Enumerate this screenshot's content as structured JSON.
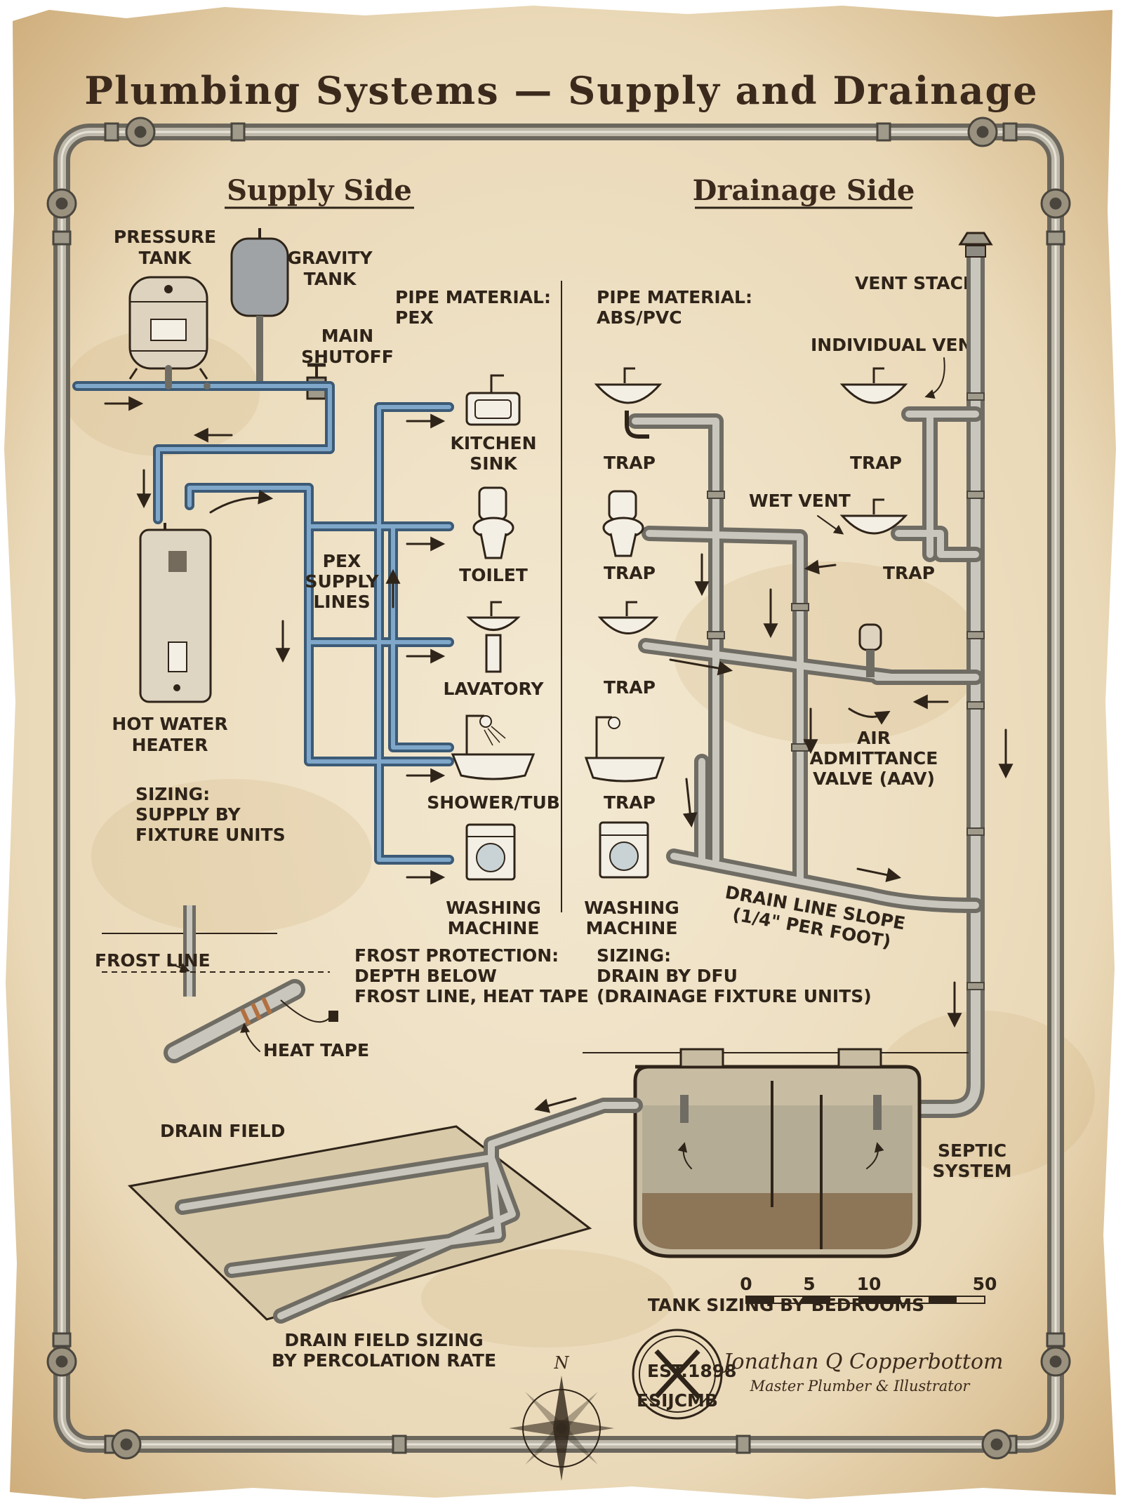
{
  "title": "Plumbing Systems — Supply and Drainage",
  "supply": {
    "heading": "Supply Side",
    "pressure_tank": [
      "PRESSURE",
      "TANK"
    ],
    "gravity_tank": [
      "GRAVITY",
      "TANK"
    ],
    "main_shutoff": [
      "MAIN",
      "SHUTOFF"
    ],
    "pipe_material": [
      "PIPE MATERIAL:",
      "PEX"
    ],
    "supply_lines": [
      "PEX",
      "SUPPLY",
      "LINES"
    ],
    "water_heater": [
      "HOT WATER",
      "HEATER"
    ],
    "sizing": [
      "SIZING:",
      "SUPPLY BY",
      "FIXTURE UNITS"
    ],
    "fixtures": {
      "kitchen_sink": [
        "KITCHEN",
        "SINK"
      ],
      "toilet": "TOILET",
      "lavatory": "LAVATORY",
      "shower_tub": "SHOWER/TUB",
      "washing_machine": [
        "WASHING",
        "MACHINE"
      ]
    },
    "frost_line": "FROST LINE",
    "frost_protection": [
      "FROST PROTECTION:",
      "DEPTH BELOW",
      "FROST LINE, HEAT TAPE"
    ],
    "heat_tape": "HEAT TAPE"
  },
  "drainage": {
    "heading": "Drainage Side",
    "pipe_material": [
      "PIPE MATERIAL:",
      "ABS/PVC"
    ],
    "vent_stack": "VENT STACK",
    "individual_vent": "INDIVIDUAL VENT",
    "wet_vent": "WET VENT",
    "trap": "TRAP",
    "aav": [
      "AIR",
      "ADMITTANCE",
      "VALVE (AAV)"
    ],
    "washing_machine": [
      "WASHING",
      "MACHINE"
    ],
    "slope": [
      "DRAIN LINE SLOPE",
      "(1/4\" PER FOOT)"
    ],
    "sizing": [
      "SIZING:",
      "DRAIN BY DFU",
      "(DRAINAGE FIXTURE UNITS)"
    ]
  },
  "septic": {
    "drain_field": "DRAIN FIELD",
    "septic_system": [
      "SEPTIC",
      "SYSTEM"
    ],
    "tank_sizing": "TANK SIZING BY BEDROOMS",
    "field_sizing": [
      "DRAIN FIELD SIZING",
      "BY PERCOLATION RATE"
    ]
  },
  "scale": {
    "ticks": [
      "0",
      "5",
      "10",
      "50"
    ]
  },
  "compass_n": "N",
  "seal": {
    "est": "EST.",
    "year": "1898",
    "initials": "ESIJCMB"
  },
  "signature": {
    "name": "Jonathan Q Copperbottom",
    "role": "Master Plumber & Illustrator"
  },
  "colors": {
    "paper": "#efe3c8",
    "ink": "#2f2419",
    "pex": "#4f7ea6",
    "pvc": "#8e8b82",
    "frame": "#8a8577"
  }
}
